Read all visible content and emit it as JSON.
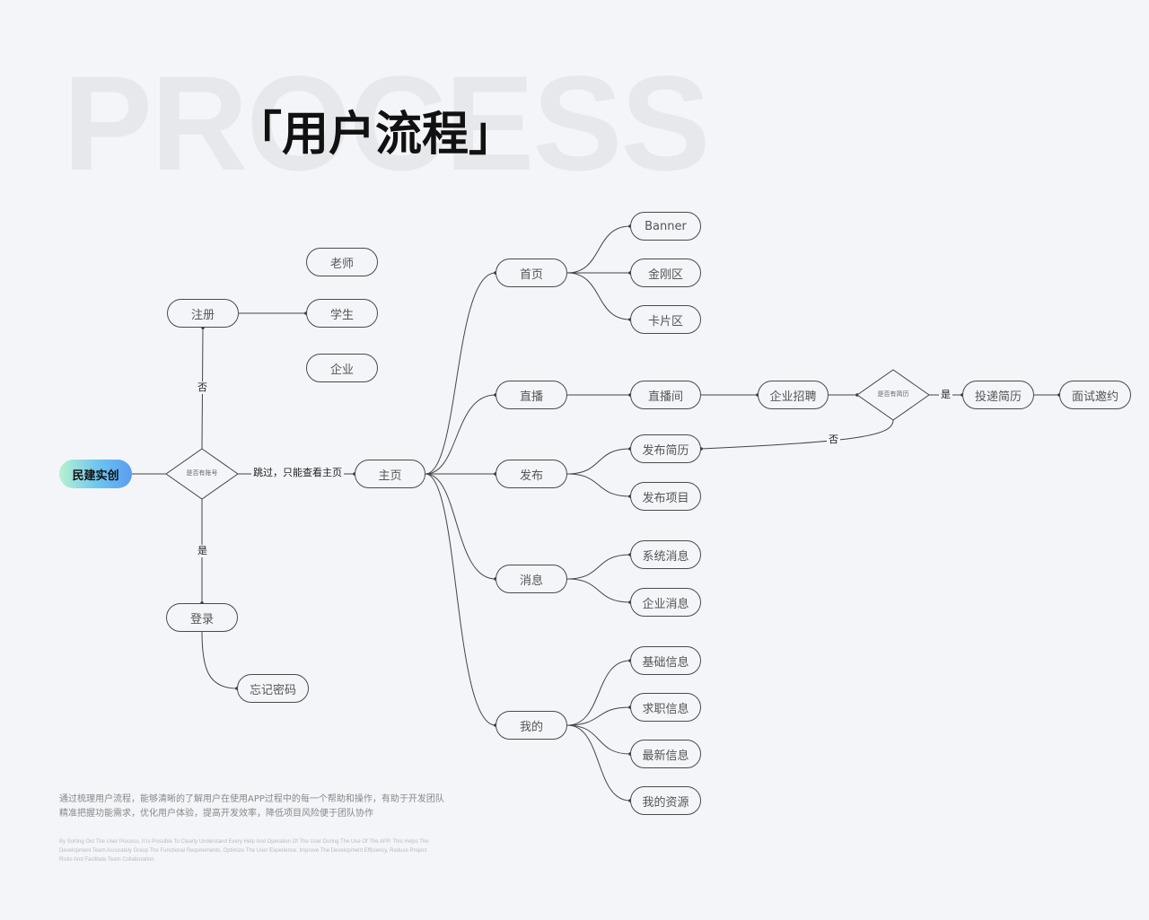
{
  "background_word": "PROCESS",
  "title": "「用户流程」",
  "start": "民建实创",
  "decisions": {
    "has_account": "是否有账号",
    "has_resume": "是否有简历"
  },
  "edges": {
    "no": "否",
    "yes": "是",
    "skip": "跳过，只能查看主页",
    "resume_yes": "是",
    "resume_no": "否"
  },
  "nodes": {
    "register": "注册",
    "teacher": "老师",
    "student": "学生",
    "enterprise": "企业",
    "login": "登录",
    "forgot": "忘记密码",
    "home": "主页",
    "frontpage": "首页",
    "banner": "Banner",
    "kingkong": "金刚区",
    "card": "卡片区",
    "live": "直播",
    "liveroom": "直播间",
    "recruit": "企业招聘",
    "deliver": "投递简历",
    "interview": "面试邀约",
    "publish": "发布",
    "pub_resume": "发布简历",
    "pub_project": "发布项目",
    "message": "消息",
    "sys_msg": "系统消息",
    "ent_msg": "企业消息",
    "mine": "我的",
    "basic": "基础信息",
    "job": "求职信息",
    "latest": "最新信息",
    "resource": "我的资源"
  },
  "description": "通过梳理用户流程，能够清晰的了解用户在使用APP过程中的每一个帮助和操作，有助于开发团队精准把握功能需求，优化用户体验，提高开发效率，降低项目风险便于团队协作",
  "description_en": "By Sorting Out The User Process, It Is Possible To Clearly Understand Every Help And Operation Of The User During The Use Of The APP. This Helps The Development Team Accurately Grasp The Functional Requirements, Optimize The User Experience, Improve The Development Efficiency, Reduce Project Risks And Facilitate Team Collaboration"
}
